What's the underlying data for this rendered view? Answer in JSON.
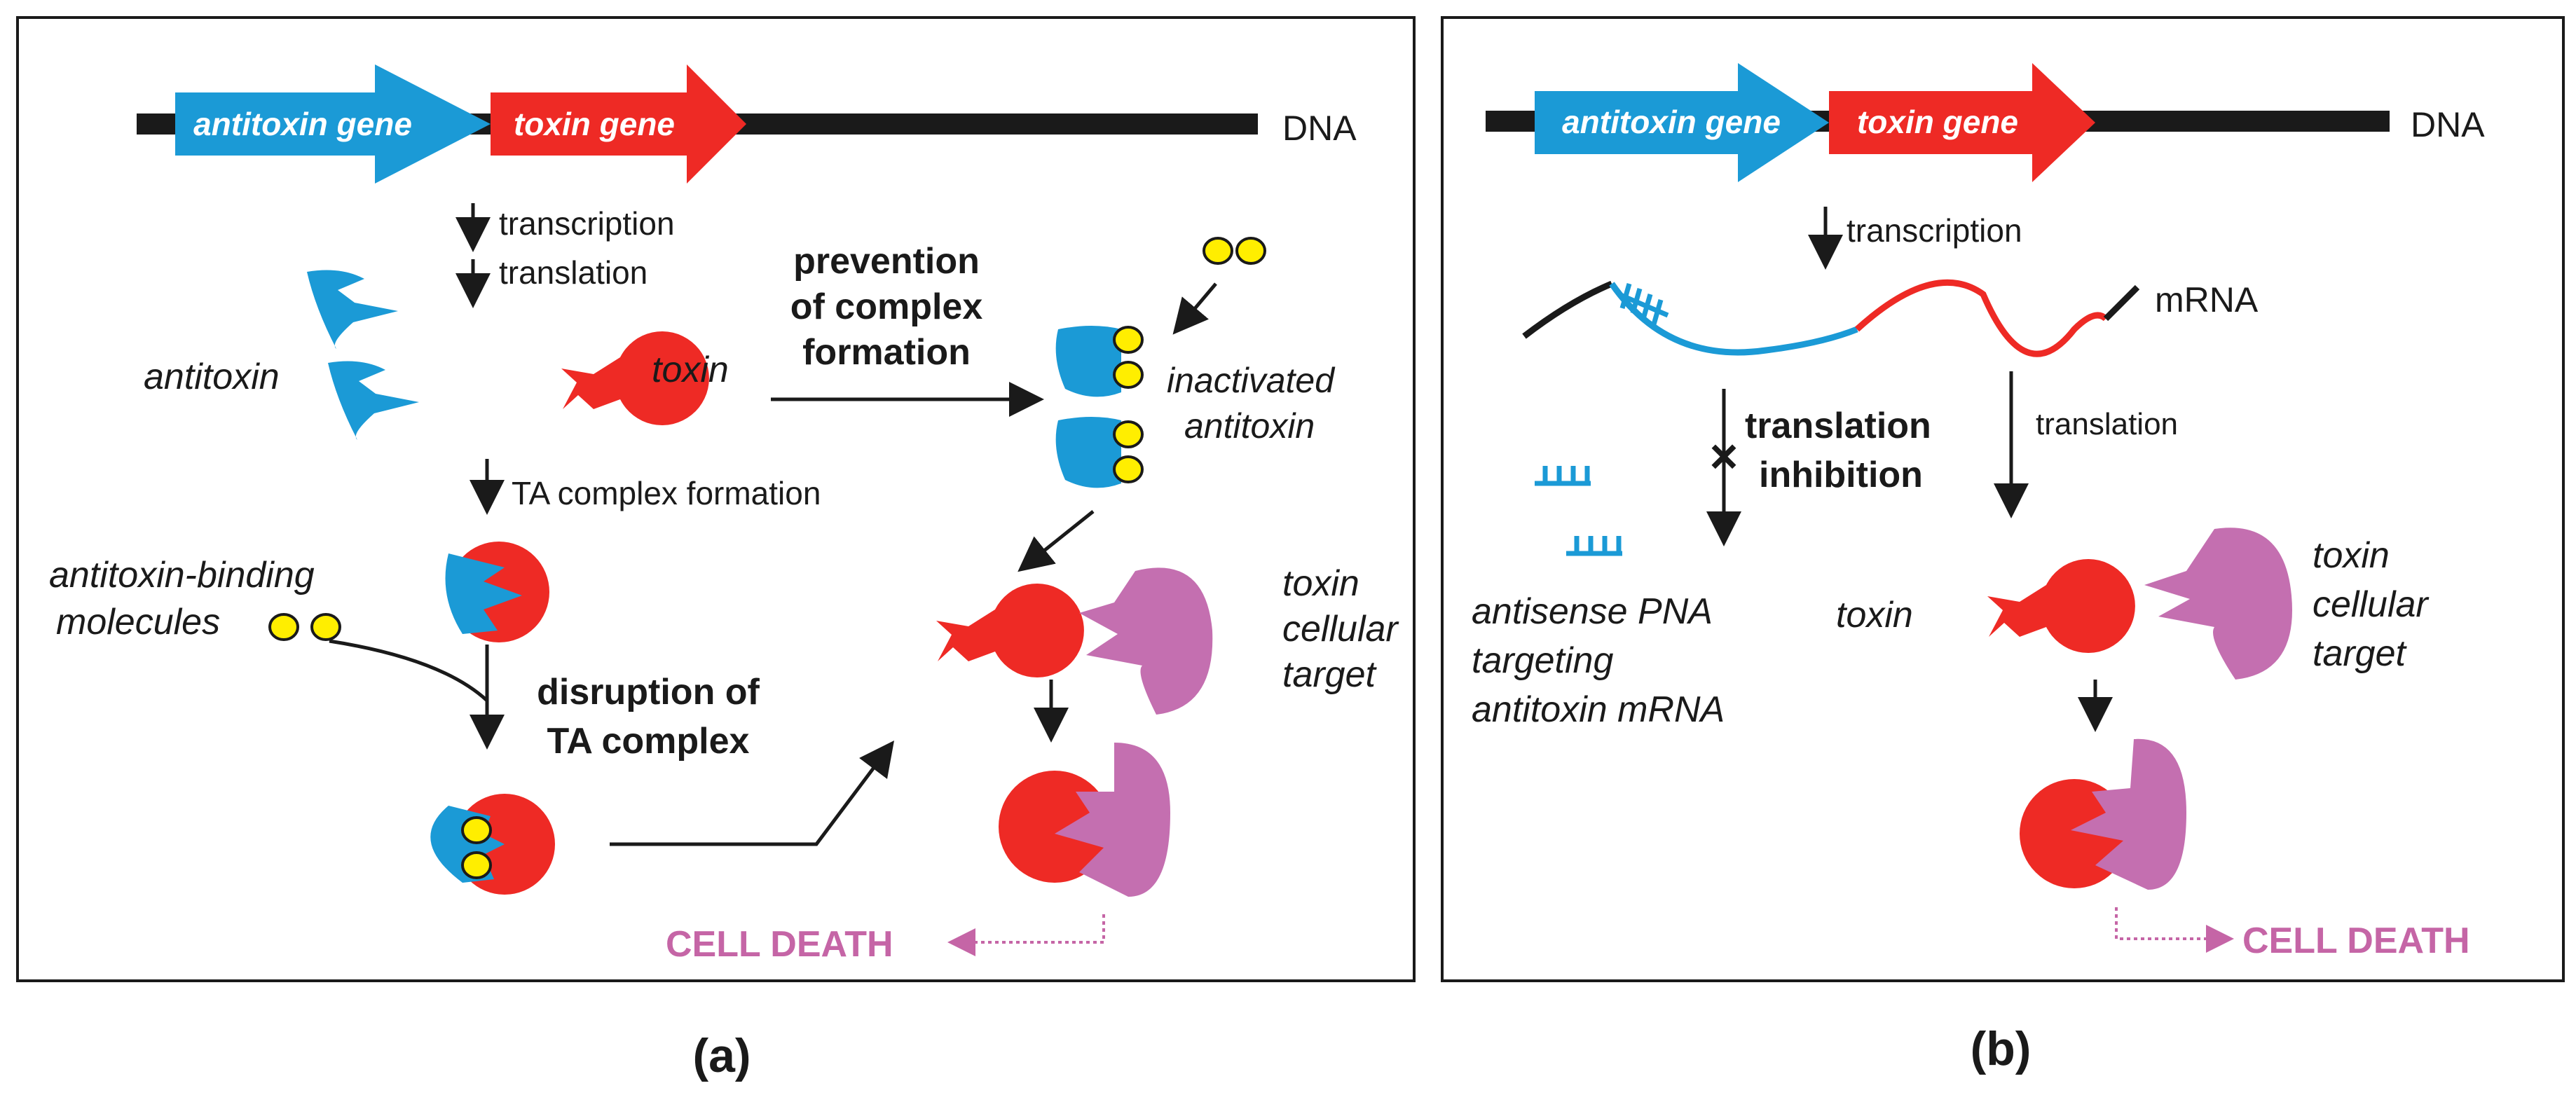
{
  "panel_a": {
    "caption": "(a)",
    "dna": "DNA",
    "antitoxin_gene": "antitoxin gene",
    "toxin_gene": "toxin gene",
    "transcription": "transcription",
    "translation": "translation",
    "antitoxin": "antitoxin",
    "toxin": "toxin",
    "prevention_line1": "prevention",
    "prevention_line2": "of complex",
    "prevention_line3": "formation",
    "inactivated_line1": "inactivated",
    "inactivated_line2": "antitoxin",
    "ta_complex_formation": "TA complex formation",
    "binding_line1": "antitoxin-binding",
    "binding_line2": "molecules",
    "disruption_line1": "disruption of",
    "disruption_line2": "TA complex",
    "target_line1": "toxin",
    "target_line2": "cellular",
    "target_line3": "target",
    "cell_death": "CELL DEATH"
  },
  "panel_b": {
    "caption": "(b)",
    "dna": "DNA",
    "antitoxin_gene": "antitoxin gene",
    "toxin_gene": "toxin gene",
    "transcription": "transcription",
    "mrna": "mRNA",
    "inhibition_line1": "translation",
    "inhibition_line2": "inhibition",
    "translation": "translation",
    "pna_line1": "antisense PNA",
    "pna_line2": "targeting",
    "pna_line3": "antitoxin mRNA",
    "toxin": "toxin",
    "target_line1": "toxin",
    "target_line2": "cellular",
    "target_line3": "target",
    "cell_death": "CELL DEATH"
  },
  "colors": {
    "antitoxin_blue": "#1b9ad6",
    "toxin_red": "#ee2a25",
    "target_pink": "#c46fb0",
    "molecule_yellow": "#ffee00",
    "cell_death_pink": "#c565a6"
  }
}
